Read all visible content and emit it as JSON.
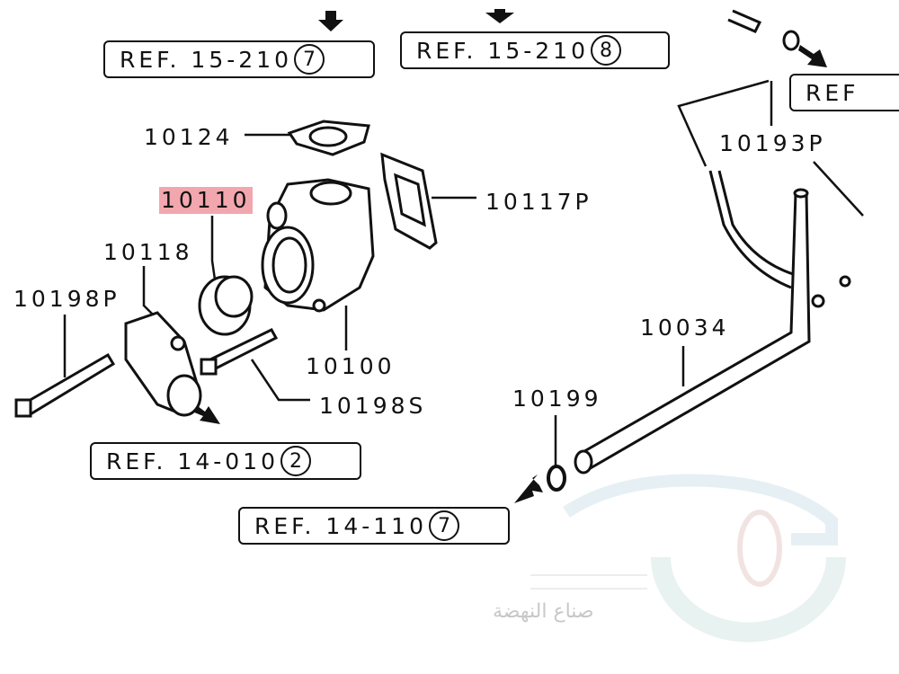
{
  "refs": [
    {
      "text": "REF. 15-210",
      "circle": "7"
    },
    {
      "text": "REF. 15-210",
      "circle": "8"
    },
    {
      "text": "REF"
    },
    {
      "text": "REF. 14-010",
      "circle": "2"
    },
    {
      "text": "REF. 14-110",
      "circle": "7"
    }
  ],
  "parts": {
    "p10124": "10124",
    "p10110": "10110",
    "p10117P": "10117P",
    "p10118": "10118",
    "p10198P": "10198P",
    "p10193P": "10193P",
    "p10034": "10034",
    "p10100": "10100",
    "p10198S": "10198S",
    "p10199": "10199"
  },
  "highlight_color": "#f2a7ae",
  "watermark": {
    "text": "صناع النهضة"
  }
}
